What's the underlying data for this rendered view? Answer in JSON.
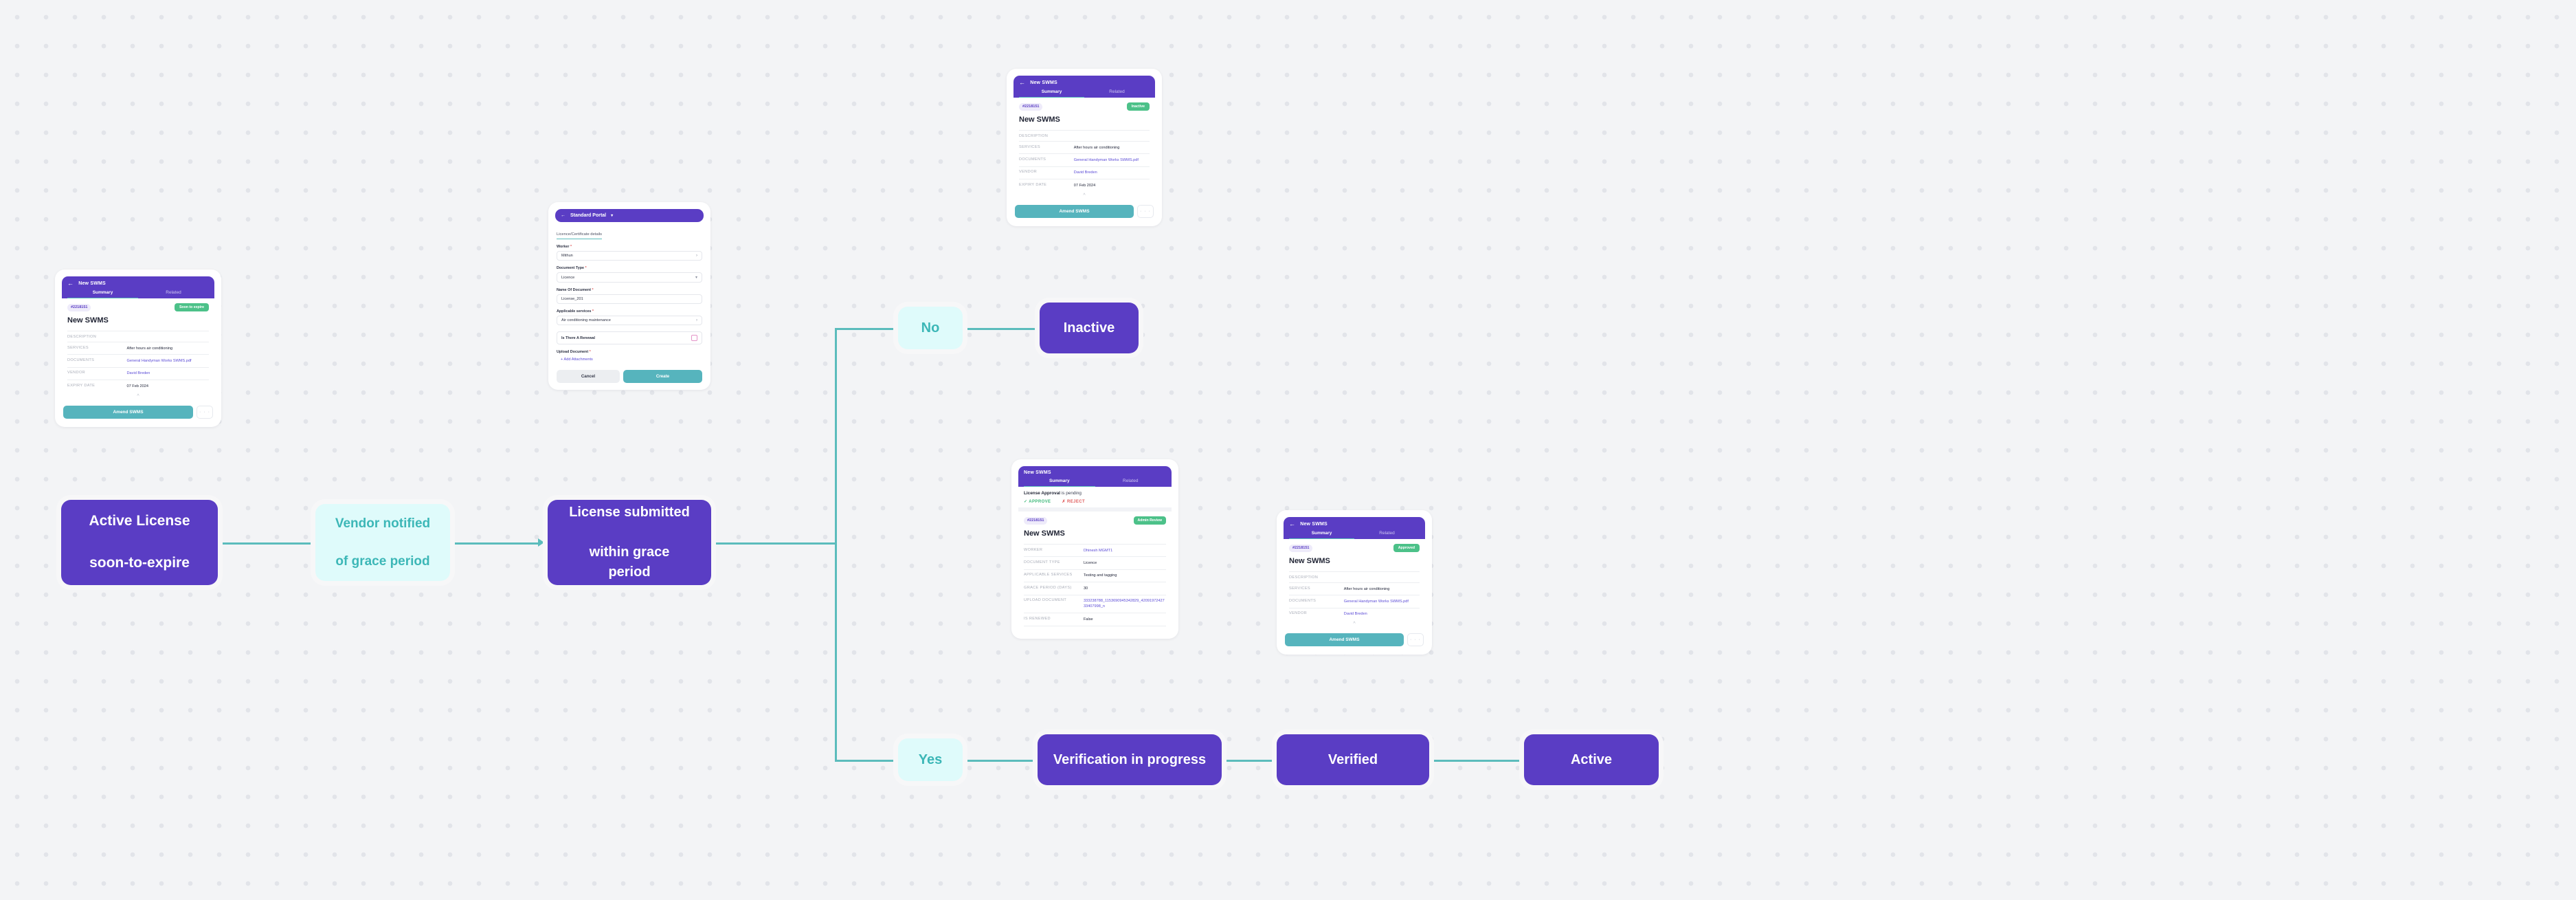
{
  "colors": {
    "background": "#f3f4f6",
    "dot": "#e2e4e9",
    "purple": "#5a3dc4",
    "teal_light_bg": "#dffbfb",
    "teal_text": "#3cb7b7",
    "connector": "#5bbcbc",
    "green_badge": "#4cc189",
    "button_teal": "#56b4bd",
    "link_blue": "#5b4bd6"
  },
  "flow": {
    "nodes": [
      {
        "id": "active-license",
        "label": "Active License soon-to-expire",
        "line1": "Active License",
        "line2": "soon-to-expire",
        "style": "solid"
      },
      {
        "id": "vendor-notified",
        "label": "Vendor notified of grace period",
        "line1": "Vendor notified",
        "line2": "of grace period",
        "style": "light"
      },
      {
        "id": "license-submitted",
        "label": "License submitted within grace period",
        "line1": "License submitted",
        "line2": "within grace period",
        "style": "solid"
      },
      {
        "id": "no",
        "label": "No",
        "style": "light"
      },
      {
        "id": "inactive",
        "label": "Inactive",
        "style": "solid"
      },
      {
        "id": "yes",
        "label": "Yes",
        "style": "light"
      },
      {
        "id": "verification-in-progress",
        "label": "Verification in progress",
        "style": "solid"
      },
      {
        "id": "verified",
        "label": "Verified",
        "style": "solid"
      },
      {
        "id": "active",
        "label": "Active",
        "style": "solid"
      }
    ]
  },
  "mockups": {
    "soon_to_expire": {
      "header": {
        "title": "New SWMS",
        "back_icon": "back-arrow-icon",
        "tabs": [
          {
            "label": "Summary",
            "active": true
          },
          {
            "label": "Related",
            "active": false
          }
        ]
      },
      "id_chip": "#2218151",
      "status": "Soon to expire",
      "title": "New SWMS",
      "fields": [
        {
          "label": "DESCRIPTION",
          "value": ""
        },
        {
          "label": "SERVICES",
          "value": "After hours air conditioning"
        },
        {
          "label": "DOCUMENTS",
          "value": "General Handyman Works SWMS.pdf",
          "link": true
        },
        {
          "label": "VENDOR",
          "value": "David Breden",
          "link": true
        },
        {
          "label": "EXPIRY DATE",
          "value": "07 Feb 2024"
        }
      ],
      "collapse_icon": "chevron-up-icon",
      "primary_button": "Amend SWMS",
      "overflow_button": "· · ·"
    },
    "inactive": {
      "header": {
        "title": "New SWMS",
        "back_icon": "back-arrow-icon",
        "tabs": [
          {
            "label": "Summary",
            "active": true
          },
          {
            "label": "Related",
            "active": false
          }
        ]
      },
      "id_chip": "#2218151",
      "status": "Inactive",
      "title": "New SWMS",
      "fields": [
        {
          "label": "DESCRIPTION",
          "value": ""
        },
        {
          "label": "SERVICES",
          "value": "After hours air conditioning"
        },
        {
          "label": "DOCUMENTS",
          "value": "General Handyman Works SWMS.pdf",
          "link": true
        },
        {
          "label": "VENDOR",
          "value": "David Breden",
          "link": true
        },
        {
          "label": "EXPIRY DATE",
          "value": "07 Feb 2024"
        }
      ],
      "collapse_icon": "chevron-up-icon",
      "primary_button": "Amend SWMS",
      "overflow_button": "· · ·"
    },
    "approved": {
      "header": {
        "title": "New SWMS",
        "back_icon": "back-arrow-icon",
        "tabs": [
          {
            "label": "Summary",
            "active": true
          },
          {
            "label": "Related",
            "active": false
          }
        ]
      },
      "id_chip": "#2218151",
      "status": "Approved",
      "title": "New SWMS",
      "fields": [
        {
          "label": "DESCRIPTION",
          "value": ""
        },
        {
          "label": "SERVICES",
          "value": "After hours air conditioning"
        },
        {
          "label": "DOCUMENTS",
          "value": "General Handyman Works SWMS.pdf",
          "link": true
        },
        {
          "label": "VENDOR",
          "value": "David Breden",
          "link": true
        }
      ],
      "collapse_icon": "chevron-up-icon",
      "primary_button": "Amend SWMS",
      "overflow_button": "· · ·"
    },
    "admin_review": {
      "header": {
        "title": "New SWMS",
        "tabs": [
          {
            "label": "Summary",
            "active": true
          },
          {
            "label": "Related",
            "active": false
          }
        ]
      },
      "approval": {
        "subject": "License Approval",
        "rest": " is pending",
        "approve_label": "APPROVE",
        "approve_icon": "check-icon",
        "reject_label": "REJECT",
        "reject_icon": "cross-icon"
      },
      "id_chip": "#2218151",
      "status": "Admin Review",
      "title": "New SWMS",
      "fields": [
        {
          "label": "WORKER",
          "value": "Dhinesh MGMT1",
          "link": true
        },
        {
          "label": "DOCUMENT TYPE",
          "value": "Licence"
        },
        {
          "label": "APPLICABLE SERVICES",
          "value": "Testing and tagging"
        },
        {
          "label": "GRACE PERIOD (DAYS)",
          "value": "30"
        },
        {
          "label": "UPLOAD DOCUMENT",
          "value": "333238788_1153690945342829_4209197242733407998_n",
          "link": true
        },
        {
          "label": "IS RENEWED",
          "value": "False"
        }
      ]
    },
    "create_form": {
      "header": {
        "title": "Standard Portal",
        "back_icon": "back-arrow-icon",
        "dropdown_icon": "chevron-down-icon"
      },
      "section_title": "Licence/Certificate details",
      "fields": [
        {
          "label": "Worker",
          "required": true,
          "value": "Mithun",
          "icon": "chevron-right-icon"
        },
        {
          "label": "Document Type",
          "required": true,
          "value": "Licence",
          "icon": "chevron-down-icon"
        },
        {
          "label": "Name Of Document",
          "required": true,
          "value": "License_201",
          "icon": ""
        },
        {
          "label": "Applicable services",
          "required": true,
          "value": "Air conditioning maintenance",
          "icon": "chevron-right-icon"
        }
      ],
      "checkbox_row": {
        "label": "Is There A Renewal",
        "checked": false,
        "icon": "checkbox-icon"
      },
      "upload": {
        "label": "Upload Document",
        "required": true,
        "add_link": "+ Add Attachments"
      },
      "buttons": {
        "cancel": "Cancel",
        "create": "Create"
      }
    }
  }
}
